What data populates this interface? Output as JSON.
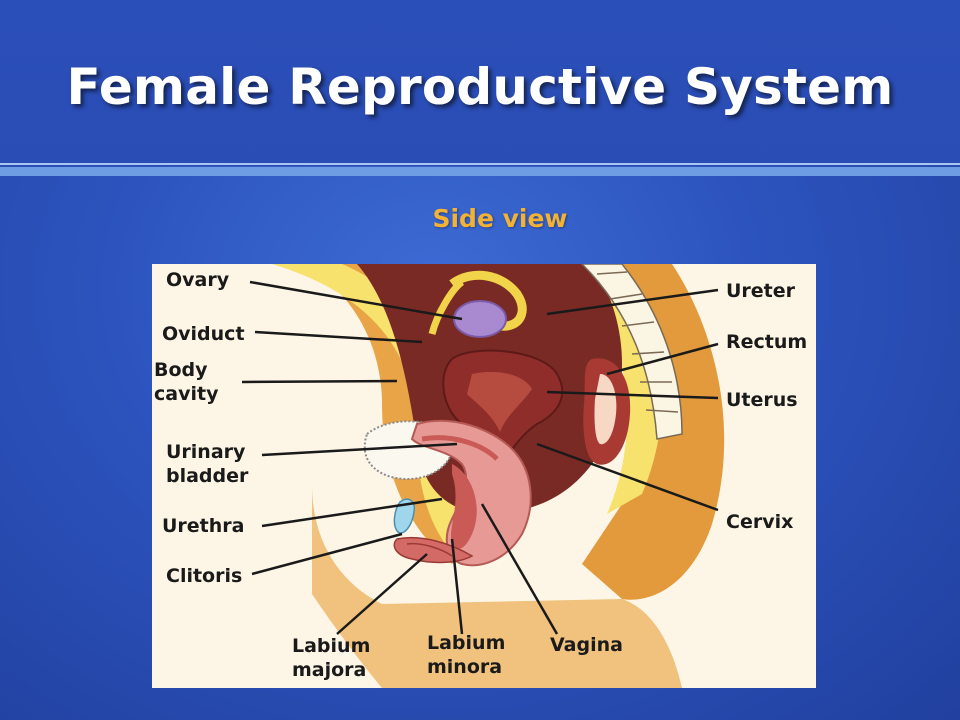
{
  "slide": {
    "title": "Female Reproductive System",
    "subtitle": "Side view"
  },
  "diagram": {
    "labels": {
      "ovary": "Ovary",
      "oviduct": "Oviduct",
      "body_cavity_1": "Body",
      "body_cavity_2": "cavity",
      "urinary_bladder_1": "Urinary",
      "urinary_bladder_2": "bladder",
      "urethra": "Urethra",
      "clitoris": "Clitoris",
      "labium_majora_1": "Labium",
      "labium_majora_2": "majora",
      "labium_minora_1": "Labium",
      "labium_minora_2": "minora",
      "vagina": "Vagina",
      "ureter": "Ureter",
      "rectum": "Rectum",
      "uterus": "Uterus",
      "cervix": "Cervix"
    }
  },
  "colors": {
    "background": "#2c53bd",
    "title_text": "#ffffff",
    "subtitle_text": "#f3b233",
    "accent_rule": "#6f9de4"
  }
}
